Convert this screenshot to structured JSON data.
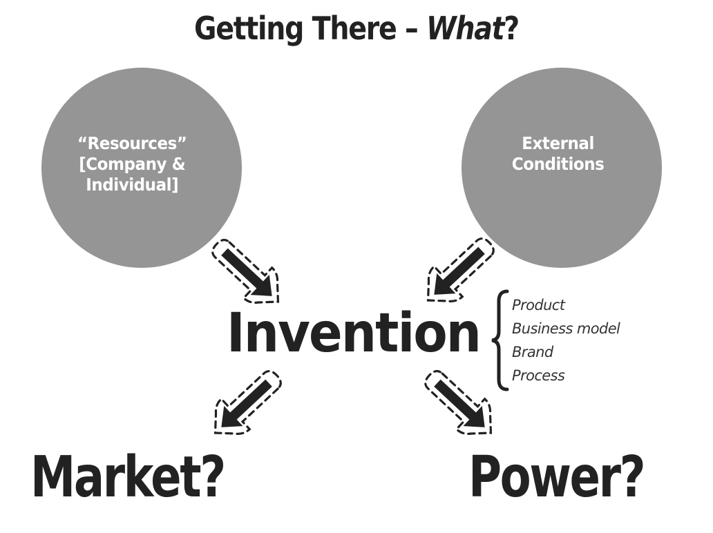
{
  "title": {
    "prefix": "Getting There – ",
    "emphasis": "What",
    "suffix": "?"
  },
  "inputs": [
    {
      "id": "resources",
      "lines": [
        "“Resources”",
        "[Company &",
        "Individual]"
      ]
    },
    {
      "id": "external-conditions",
      "lines": [
        "External",
        "Conditions"
      ]
    }
  ],
  "center": {
    "label": "Invention",
    "facets": [
      "Product",
      "Business model",
      "Brand",
      "Process"
    ]
  },
  "outcomes": [
    {
      "label": "Market?"
    },
    {
      "label": "Power?"
    }
  ],
  "arrows": [
    {
      "from": "resources",
      "to": "invention",
      "direction": "down-right"
    },
    {
      "from": "external-conditions",
      "to": "invention",
      "direction": "down-left"
    },
    {
      "from": "invention",
      "to": "market",
      "direction": "down-left"
    },
    {
      "from": "invention",
      "to": "power",
      "direction": "down-right"
    }
  ],
  "colors": {
    "circle_fill": "#959595",
    "circle_text": "#ffffff",
    "ink": "#222222",
    "background": "#ffffff"
  }
}
